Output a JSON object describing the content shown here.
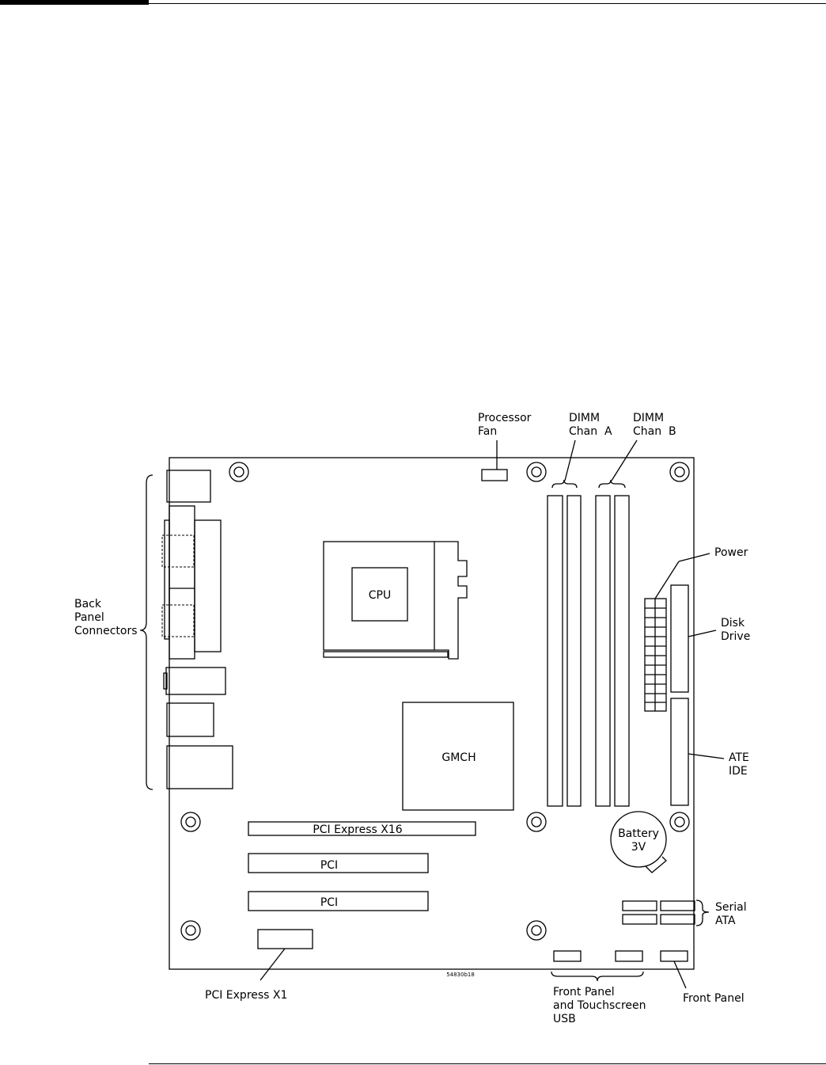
{
  "figure_id": "54830b18",
  "components": {
    "cpu": "CPU",
    "gmch": "GMCH",
    "pci_x16": "PCI Express X16",
    "pci_slot_1": "PCI",
    "pci_slot_2": "PCI",
    "battery_line1": "Battery",
    "battery_line2": "3V"
  },
  "callouts": {
    "processor_fan": [
      "Processor",
      "Fan"
    ],
    "dimm_a": [
      "DIMM",
      "Chan  A"
    ],
    "dimm_b": [
      "DIMM",
      "Chan  B"
    ],
    "power": "Power",
    "disk_drive": [
      "Disk",
      "Drive"
    ],
    "ata_ide": [
      "ATE",
      "IDE"
    ],
    "serial_ata": [
      "Serial",
      "ATA"
    ],
    "back_panel": [
      "Back",
      "Panel",
      "Connectors"
    ],
    "pci_x1": "PCI Express X1",
    "front_panel_usb": [
      "Front Panel",
      "and Touchscreen",
      "USB"
    ],
    "front_panel": "Front Panel"
  }
}
